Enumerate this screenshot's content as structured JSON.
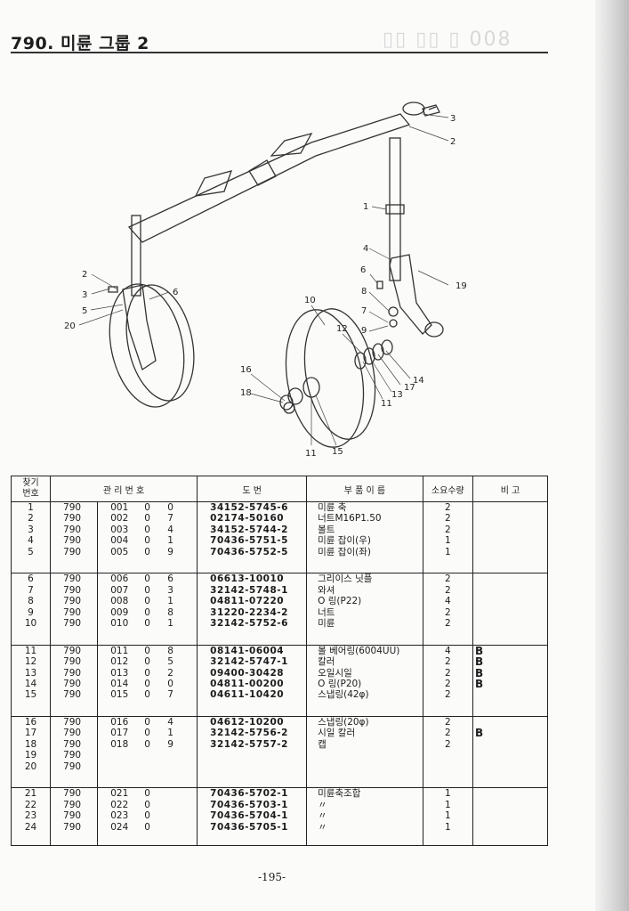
{
  "page": {
    "title": "790. 미륜 그룹 2",
    "footer": "-195-"
  },
  "diagram": {
    "callouts": [
      "1",
      "2",
      "3",
      "4",
      "5",
      "6",
      "7",
      "8",
      "9",
      "10",
      "11",
      "12",
      "13",
      "14",
      "15",
      "16",
      "17",
      "18",
      "19",
      "20"
    ]
  },
  "table": {
    "headers": {
      "no": "찾기\n번호",
      "mgmt": "관 리 번 호",
      "drawing": "도 번",
      "part": "부 품 이 름",
      "qty": "소요수량",
      "remark": "비 고"
    },
    "groups": [
      {
        "rows": [
          {
            "no": "1",
            "m": "790",
            "a": "001",
            "b": "0",
            "c": "0",
            "dwg": "34152-5745-6",
            "name": "미륜 축",
            "qty": "2",
            "rem": ""
          },
          {
            "no": "2",
            "m": "790",
            "a": "002",
            "b": "0",
            "c": "7",
            "dwg": "02174-50160",
            "name": "너트M16P1.50",
            "qty": "2",
            "rem": ""
          },
          {
            "no": "3",
            "m": "790",
            "a": "003",
            "b": "0",
            "c": "4",
            "dwg": "34152-5744-2",
            "name": "볼트",
            "qty": "2",
            "rem": ""
          },
          {
            "no": "4",
            "m": "790",
            "a": "004",
            "b": "0",
            "c": "1",
            "dwg": "70436-5751-5",
            "name": "미륜 잡이(우)",
            "qty": "1",
            "rem": ""
          },
          {
            "no": "5",
            "m": "790",
            "a": "005",
            "b": "0",
            "c": "9",
            "dwg": "70436-5752-5",
            "name": "미륜 잡이(좌)",
            "qty": "1",
            "rem": ""
          }
        ]
      },
      {
        "rows": [
          {
            "no": "6",
            "m": "790",
            "a": "006",
            "b": "0",
            "c": "6",
            "dwg": "06613-10010",
            "name": "그리이스 닛플",
            "qty": "2",
            "rem": ""
          },
          {
            "no": "7",
            "m": "790",
            "a": "007",
            "b": "0",
            "c": "3",
            "dwg": "32142-5748-1",
            "name": "와셔",
            "qty": "2",
            "rem": ""
          },
          {
            "no": "8",
            "m": "790",
            "a": "008",
            "b": "0",
            "c": "1",
            "dwg": "04811-07220",
            "name": "O 링(P22)",
            "qty": "4",
            "rem": ""
          },
          {
            "no": "9",
            "m": "790",
            "a": "009",
            "b": "0",
            "c": "8",
            "dwg": "31220-2234-2",
            "name": "너트",
            "qty": "2",
            "rem": ""
          },
          {
            "no": "10",
            "m": "790",
            "a": "010",
            "b": "0",
            "c": "1",
            "dwg": "32142-5752-6",
            "name": "미륜",
            "qty": "2",
            "rem": ""
          }
        ]
      },
      {
        "rows": [
          {
            "no": "11",
            "m": "790",
            "a": "011",
            "b": "0",
            "c": "8",
            "dwg": "08141-06004",
            "name": "볼 베어링(6004UU)",
            "qty": "4",
            "rem": "B"
          },
          {
            "no": "12",
            "m": "790",
            "a": "012",
            "b": "0",
            "c": "5",
            "dwg": "32142-5747-1",
            "name": "칼러",
            "qty": "2",
            "rem": "B"
          },
          {
            "no": "13",
            "m": "790",
            "a": "013",
            "b": "0",
            "c": "2",
            "dwg": "09400-30428",
            "name": "오일시일",
            "qty": "2",
            "rem": "B"
          },
          {
            "no": "14",
            "m": "790",
            "a": "014",
            "b": "0",
            "c": "0",
            "dwg": "04811-00200",
            "name": "O 링(P20)",
            "qty": "2",
            "rem": "B"
          },
          {
            "no": "15",
            "m": "790",
            "a": "015",
            "b": "0",
            "c": "7",
            "dwg": "04611-10420",
            "name": "스냅링(42φ)",
            "qty": "2",
            "rem": ""
          }
        ]
      },
      {
        "rows": [
          {
            "no": "16",
            "m": "790",
            "a": "016",
            "b": "0",
            "c": "4",
            "dwg": "04612-10200",
            "name": "스냅링(20φ)",
            "qty": "2",
            "rem": ""
          },
          {
            "no": "17",
            "m": "790",
            "a": "017",
            "b": "0",
            "c": "1",
            "dwg": "32142-5756-2",
            "name": "시일 칼러",
            "qty": "2",
            "rem": "B"
          },
          {
            "no": "18",
            "m": "790",
            "a": "018",
            "b": "0",
            "c": "9",
            "dwg": "32142-5757-2",
            "name": "캡",
            "qty": "2",
            "rem": ""
          },
          {
            "no": "19",
            "m": "790",
            "a": "",
            "b": "",
            "c": "",
            "dwg": "",
            "name": "",
            "qty": "",
            "rem": ""
          },
          {
            "no": "20",
            "m": "790",
            "a": "",
            "b": "",
            "c": "",
            "dwg": "",
            "name": "",
            "qty": "",
            "rem": ""
          }
        ]
      },
      {
        "rows": [
          {
            "no": "21",
            "m": "790",
            "a": "021",
            "b": "0",
            "c": "",
            "dwg": "70436-5702-1",
            "name": "미륜축조합",
            "qty": "1",
            "rem": ""
          },
          {
            "no": "22",
            "m": "790",
            "a": "022",
            "b": "0",
            "c": "",
            "dwg": "70436-5703-1",
            "name": "〃",
            "qty": "1",
            "rem": ""
          },
          {
            "no": "23",
            "m": "790",
            "a": "023",
            "b": "0",
            "c": "",
            "dwg": "70436-5704-1",
            "name": "〃",
            "qty": "1",
            "rem": ""
          },
          {
            "no": "24",
            "m": "790",
            "a": "024",
            "b": "0",
            "c": "",
            "dwg": "70436-5705-1",
            "name": "〃",
            "qty": "1",
            "rem": ""
          }
        ]
      }
    ]
  }
}
